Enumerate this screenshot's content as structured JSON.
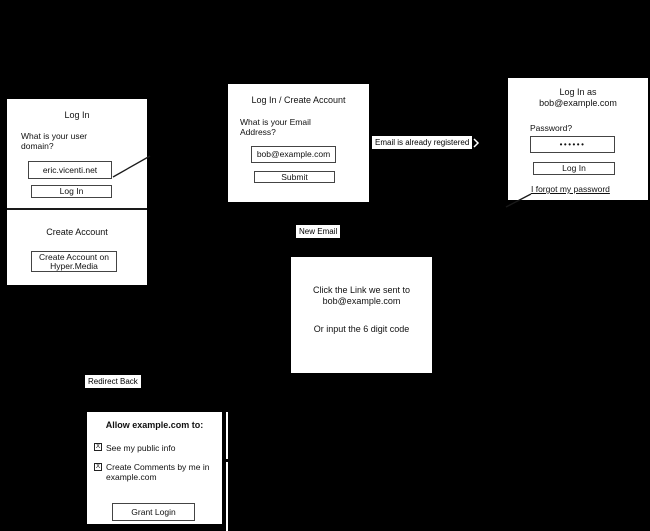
{
  "colors": {
    "background": "#000000",
    "box_fill": "#ffffff",
    "border": "#444444",
    "text": "#111111"
  },
  "box1": {
    "title": "Log In",
    "question": "What is your user domain?",
    "input_value": "eric.vicenti.net",
    "login_button": "Log In",
    "create_title": "Create Account",
    "create_button": "Create Account on Hyper.Media"
  },
  "box2": {
    "title": "Log In / Create Account",
    "question": "What is your Email Address?",
    "input_value": "bob@example.com",
    "submit_button": "Submit"
  },
  "box3": {
    "title_line1": "Log In as",
    "title_line2": "bob@example.com",
    "password_label": "Password?",
    "password_value": "••••••",
    "login_button": "Log In",
    "forgot_link": "I forgot my password"
  },
  "box4": {
    "line1": "Click the Link we sent to",
    "line2": "bob@example.com",
    "line3": "Or input the 6 digit code"
  },
  "box5": {
    "title": "Allow example.com to:",
    "checkbox_glyph": "X",
    "checkbox1": "See my public info",
    "checkbox2": "Create Comments by me in example.com",
    "grant_button": "Grant Login"
  },
  "labels": {
    "email_registered": "Email is already registered",
    "new_email": "New Email",
    "redirect_back": "Redirect Back"
  }
}
